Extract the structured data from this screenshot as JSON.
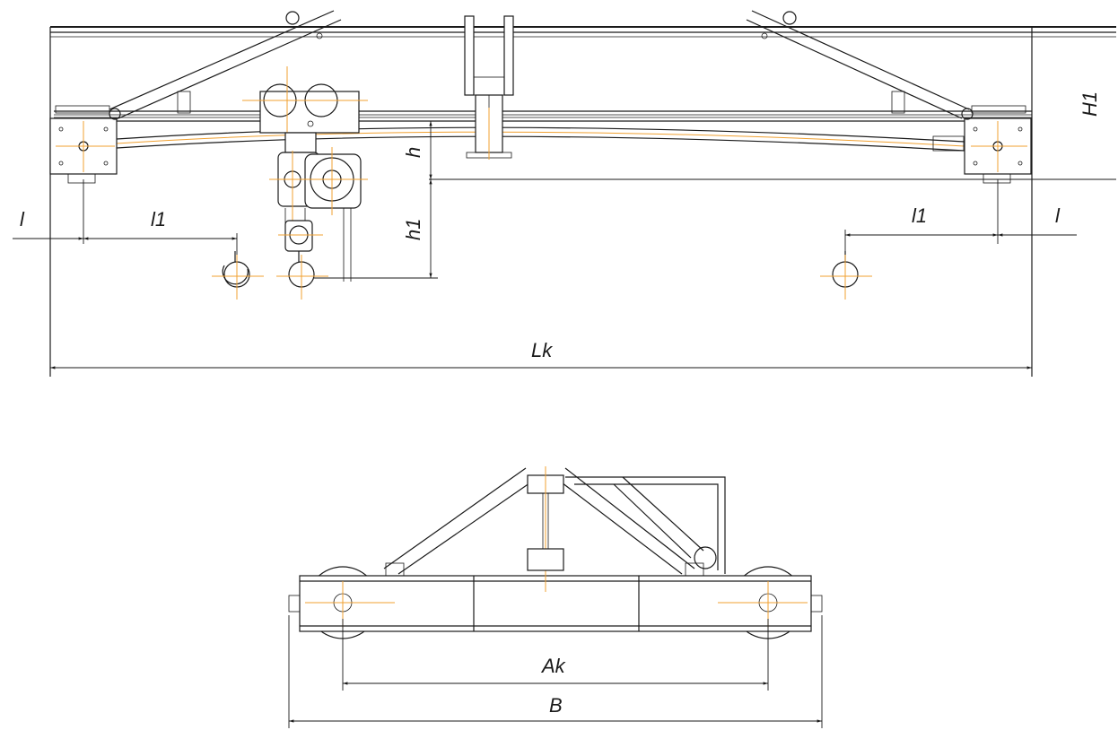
{
  "labels": {
    "l_left": "l",
    "l1_left": "l1",
    "h": "h",
    "h1": "h1",
    "H1": "H1",
    "l1_right": "l1",
    "l_right": "l",
    "Lk": "Lk",
    "Ak": "Ak",
    "B": "B"
  },
  "colors": {
    "line": "#1a1a1a",
    "axis": "#f0a030",
    "background": "#ffffff"
  }
}
